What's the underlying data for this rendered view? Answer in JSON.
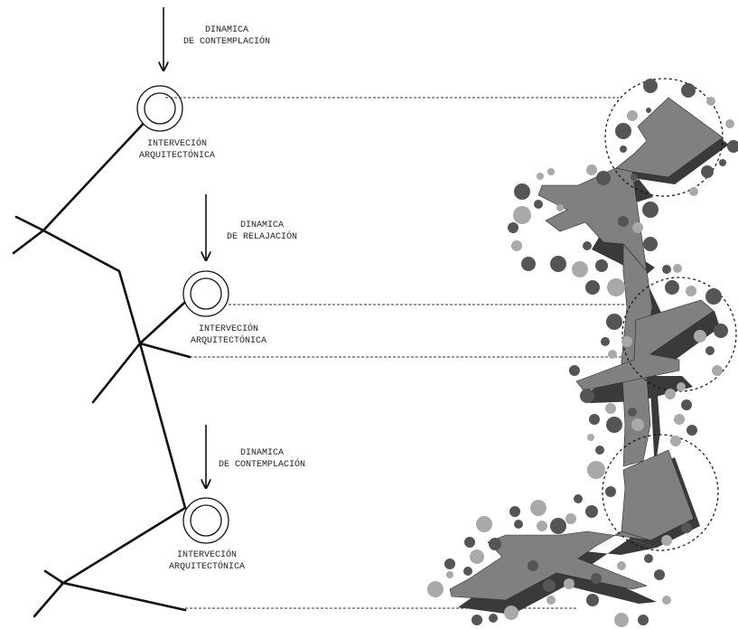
{
  "annotations": [
    {
      "line1": "DINAMICA",
      "line2": "DE CONTEMPLACIÓN"
    },
    {
      "line1": "DINAMICA",
      "line2": "DE RELAJACIÓN"
    },
    {
      "line1": "DINAMICA",
      "line2": "DE CONTEMPLACIÓN"
    }
  ],
  "interventions": [
    {
      "line1": "INTERVECIÓN",
      "line2": "ARQUITECTÓNICA"
    },
    {
      "line1": "INTERVECIÓN",
      "line2": "ARQUITECTÓNICA"
    },
    {
      "line1": "INTERVECIÓN",
      "line2": "ARQUITECTÓNICA"
    }
  ],
  "colors": {
    "stroke": "#111111",
    "path_face": "#808080",
    "path_shadow": "#3a3a3a",
    "dot_dark": "#555555",
    "dot_light": "#a9a9a9"
  }
}
